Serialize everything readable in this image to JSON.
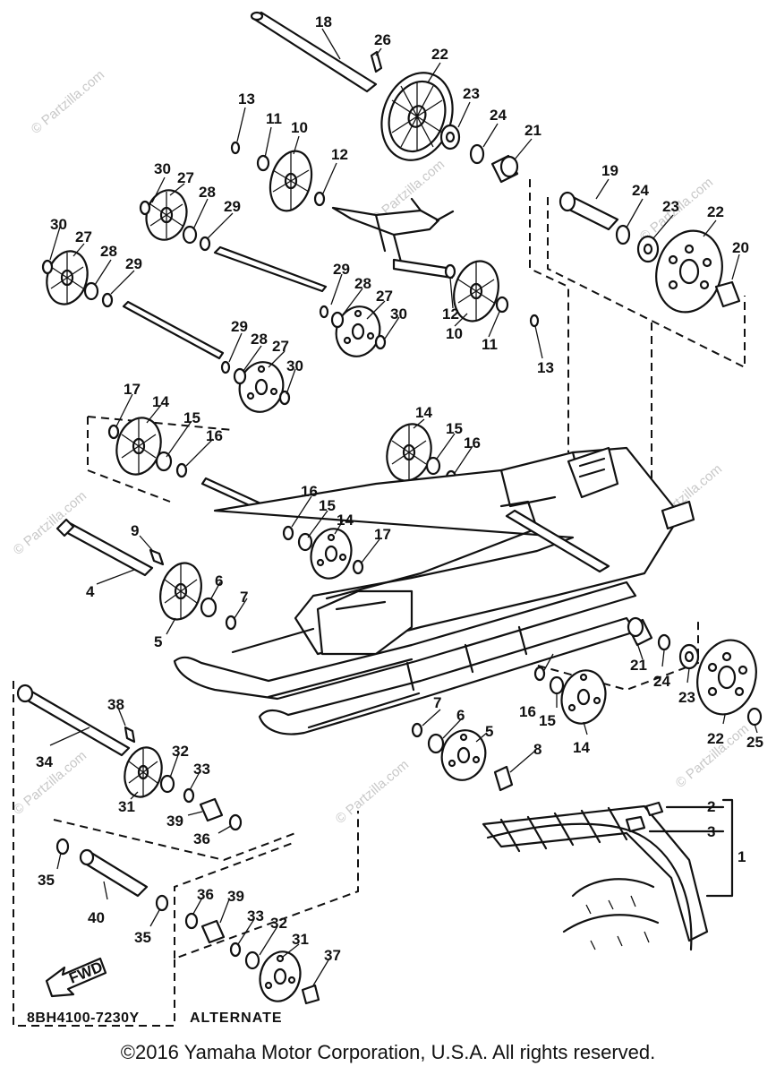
{
  "diagram_code": "8BH4100-7230Y",
  "alternate_label": "ALTERNATE",
  "fwd_label": "FWD",
  "copyright": "©2016  Yamaha Motor Corporation, U.S.A. All rights reserved.",
  "watermark": "© Partzilla.com",
  "part_numbers": {
    "p1": "1",
    "p2": "2",
    "p3": "3",
    "p4": "4",
    "p5": "5",
    "p6": "6",
    "p7": "7",
    "p8": "8",
    "p9": "9",
    "p10": "10",
    "p11": "11",
    "p12": "12",
    "p13": "13",
    "p14": "14",
    "p15": "15",
    "p16": "16",
    "p17": "17",
    "p18": "18",
    "p19": "19",
    "p20": "20",
    "p21": "21",
    "p22": "22",
    "p23": "23",
    "p24": "24",
    "p25": "25",
    "p26": "26",
    "p27": "27",
    "p28": "28",
    "p29": "29",
    "p30": "30",
    "p31": "31",
    "p32": "32",
    "p33": "33",
    "p34": "34",
    "p35": "35",
    "p36": "36",
    "p37": "37",
    "p38": "38",
    "p39": "39",
    "p40": "40"
  }
}
